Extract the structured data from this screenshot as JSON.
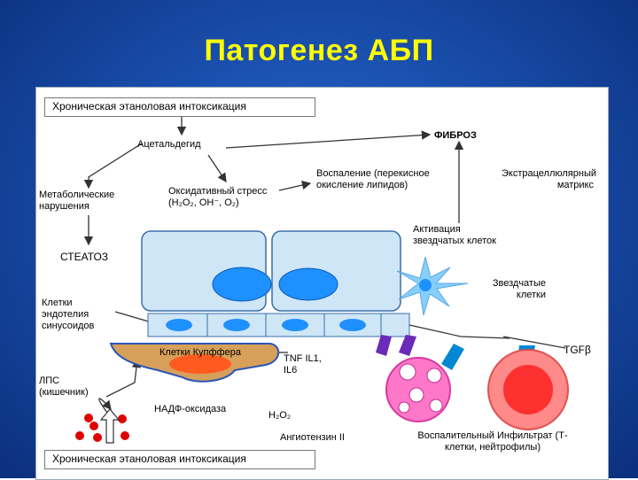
{
  "title": "Патогенез АБП",
  "labels": {
    "chronic_top": "Хроническая этаноловая интоксикация",
    "chronic_bottom": "Хроническая этаноловая интоксикация",
    "fibrosis": "ФИБРОЗ",
    "acetaldehyde": "Ацетальдегид",
    "metabolic": "Метаболические нарушения",
    "oxidative_line1": "Оксидативный стресс",
    "oxidative_line2": "(H₂O₂, OH⁻, O₂)",
    "inflammation": "Воспаление (перекисное окисление липидов)",
    "ecm": "Экстрацеллюлярный матрикс",
    "activation": "Активация звездчатых клеток",
    "steatosis": "СТЕАТОЗ",
    "stellate": "Звездчатые клетки",
    "endothelium": "Клетки эндотелия синусоидов",
    "kupffer": "Клетки Купффера",
    "tnf": "TNF IL1, IL6",
    "tgf": "TGFβ",
    "lps": "ЛПС (кишечник)",
    "nadph": "НАДФ-оксидаза",
    "h2o2": "H₂O₂",
    "angiotensin": "Ангиотензин II",
    "infiltrate": "Воспалительный Инфильтрат (Т-клетки, нейтрофилы)"
  },
  "colors": {
    "title": "#ffff00",
    "hepatocyte": "#cfe6f7",
    "nucleus": "#1e90ff",
    "kupffer_body": "#d6a05a",
    "kupffer_nucleus": "#ff5a1f",
    "stellate": "#87cefa",
    "neutrophil": "#ff77c8",
    "lymphocyte": "#ff8a8a",
    "lps_dots": "#e00000",
    "receptor": "#6a2bb8"
  }
}
